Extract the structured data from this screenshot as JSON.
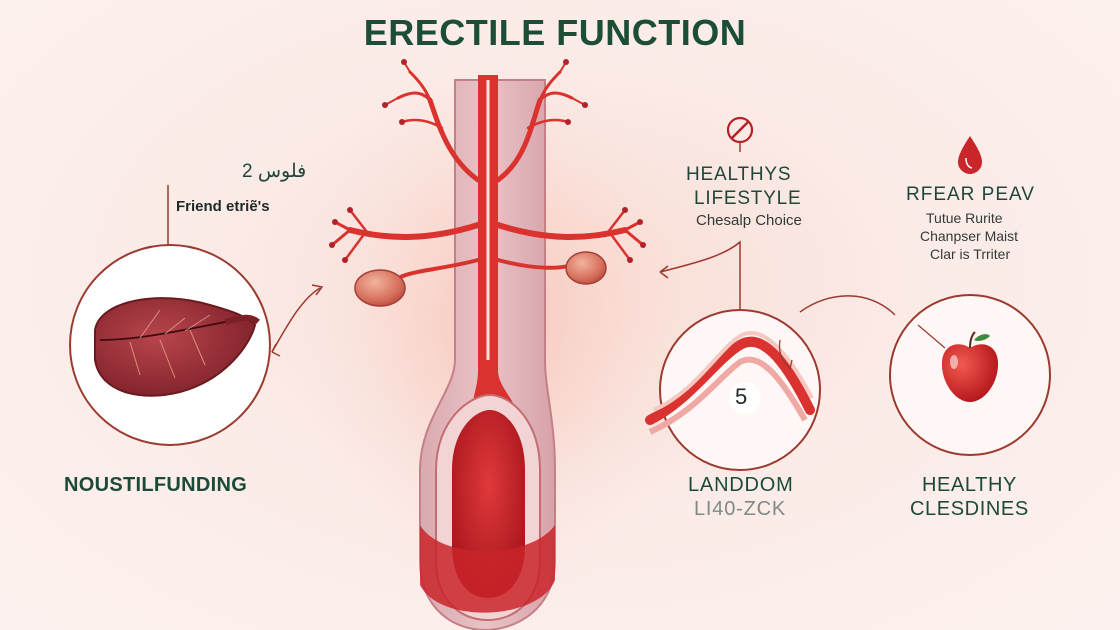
{
  "title": "ERECTILE FUNCTION",
  "left_annotation": {
    "line1": "2 فلوس",
    "line2": "Friend etriẽ's"
  },
  "left_circle": {
    "label": "NOUSTILFUNDING",
    "icon": "organ-icon"
  },
  "middle_right": {
    "heading_line1": "HEALTHYS",
    "heading_line2": "LIFESTYLE",
    "sub": "Chesalp Choice",
    "circle_number": "5",
    "label_line1": "LANDDOM",
    "label_line2": "LI40-ZCK",
    "top_icon": "no-sign-icon"
  },
  "far_right": {
    "heading": "RFEAR PEAV",
    "line1": "Tutue Rurite",
    "line2": "Chanpser Maist",
    "line3": "Clar is Trriter",
    "label_line1": "HEALTHY",
    "label_line2": "CLESDINES",
    "top_icon": "blood-drop-icon",
    "circle_icon": "apple-icon"
  },
  "colors": {
    "title": "#1b4d37",
    "accent_red": "#c8262a",
    "line": "#9c3a30",
    "background": "#fbeeea"
  }
}
